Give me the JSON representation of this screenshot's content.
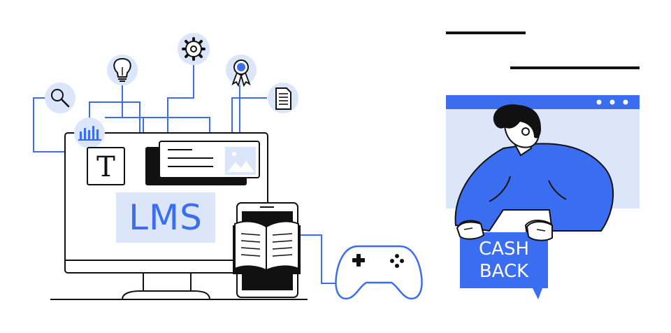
{
  "illustration": {
    "monitor_label": "LMS",
    "text_tool_letter": "T",
    "bubble_line_1": "CASH",
    "bubble_line_2": "BACK"
  },
  "colors": {
    "accent_blue": "#3b6df0",
    "light_blue": "#dce6fb",
    "outline": "#111111"
  },
  "icons": [
    "search-icon",
    "lightbulb-icon",
    "gear-icon",
    "award-icon",
    "document-icon",
    "bar-chart-icon",
    "image-icon",
    "book-icon",
    "gamepad-icon",
    "browser-dots-icon"
  ]
}
